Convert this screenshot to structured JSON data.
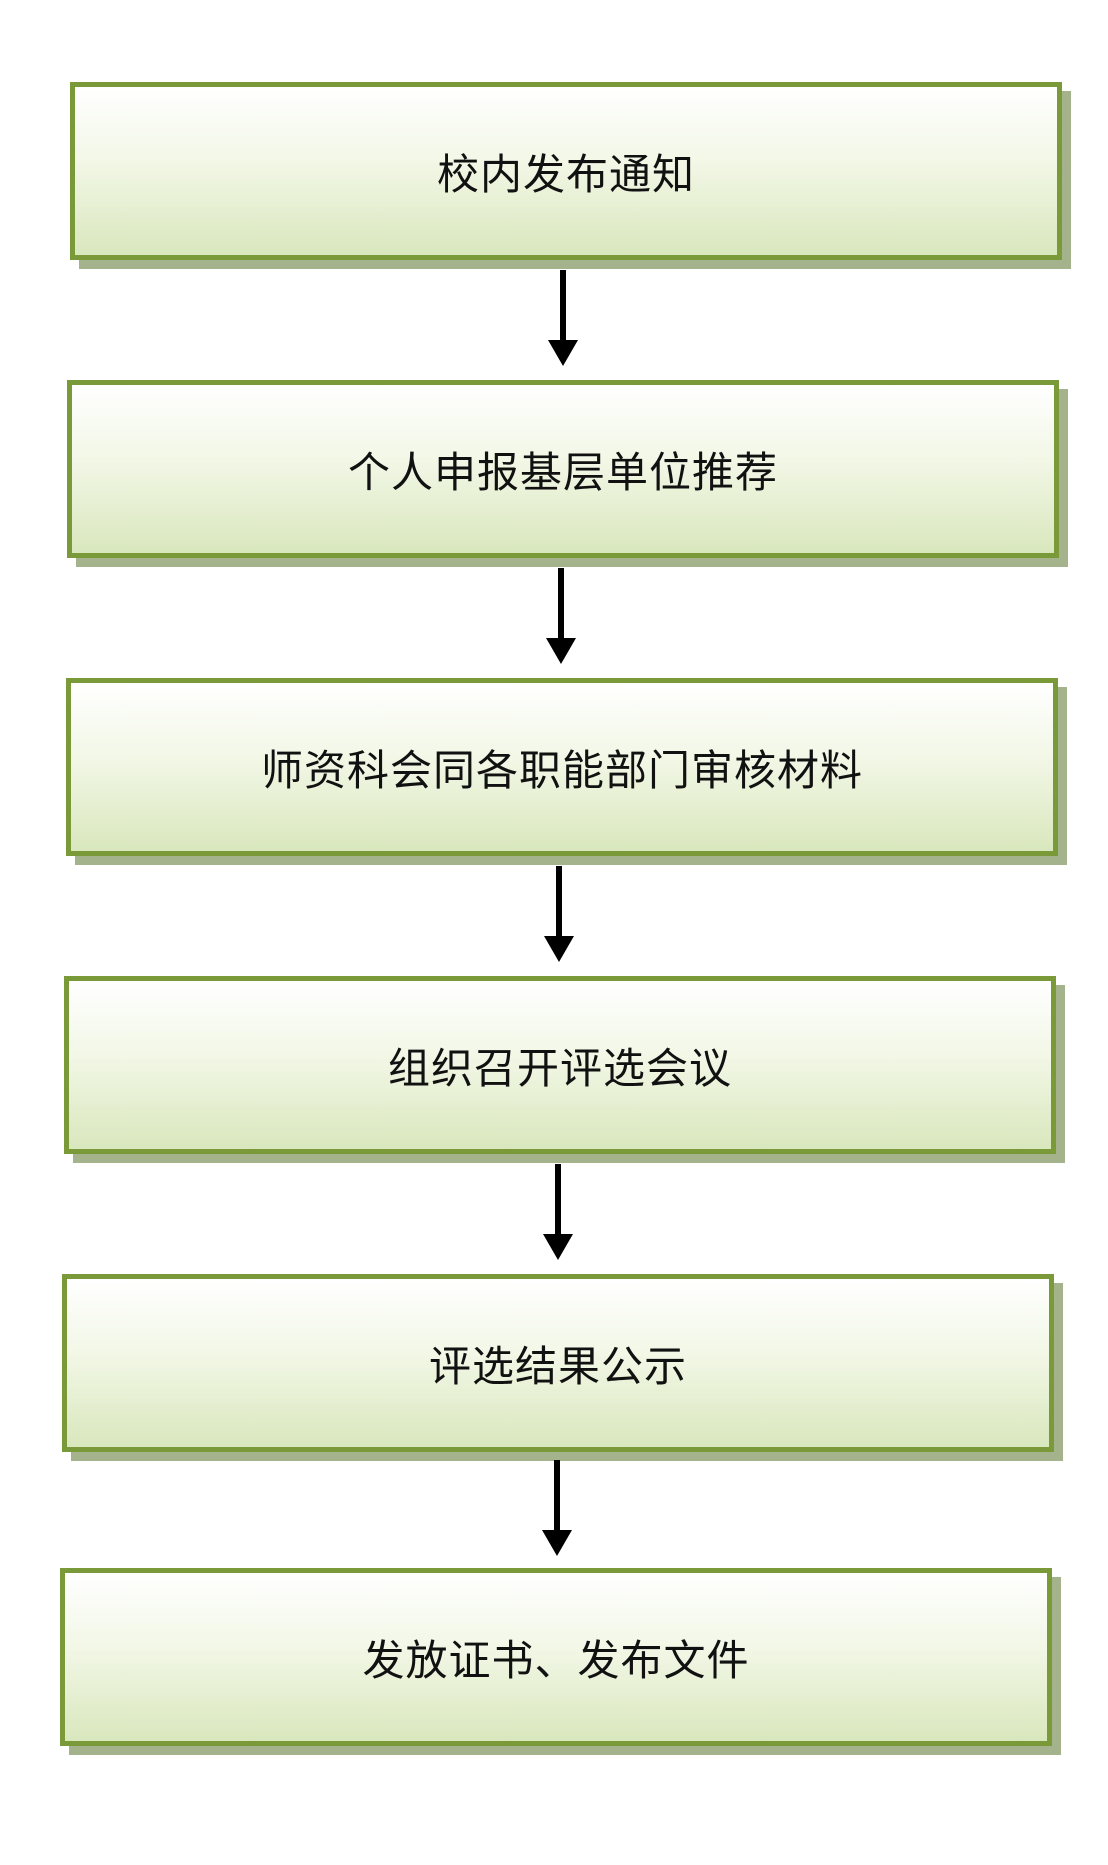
{
  "diagram": {
    "type": "flowchart",
    "direction": "top-to-bottom",
    "colors": {
      "box_border": "#7a9a3a",
      "box_fill_top": "#ffffff",
      "box_fill_bottom": "#d9e7bd",
      "box_shadow": "#a5b38c",
      "arrow": "#000000",
      "text": "#111111"
    },
    "steps": [
      {
        "label": "校内发布通知"
      },
      {
        "label": "个人申报基层单位推荐"
      },
      {
        "label": "师资科会同各职能部门审核材料"
      },
      {
        "label": "组织召开评选会议"
      },
      {
        "label": "评选结果公示"
      },
      {
        "label": "发放证书、发布文件"
      }
    ]
  }
}
